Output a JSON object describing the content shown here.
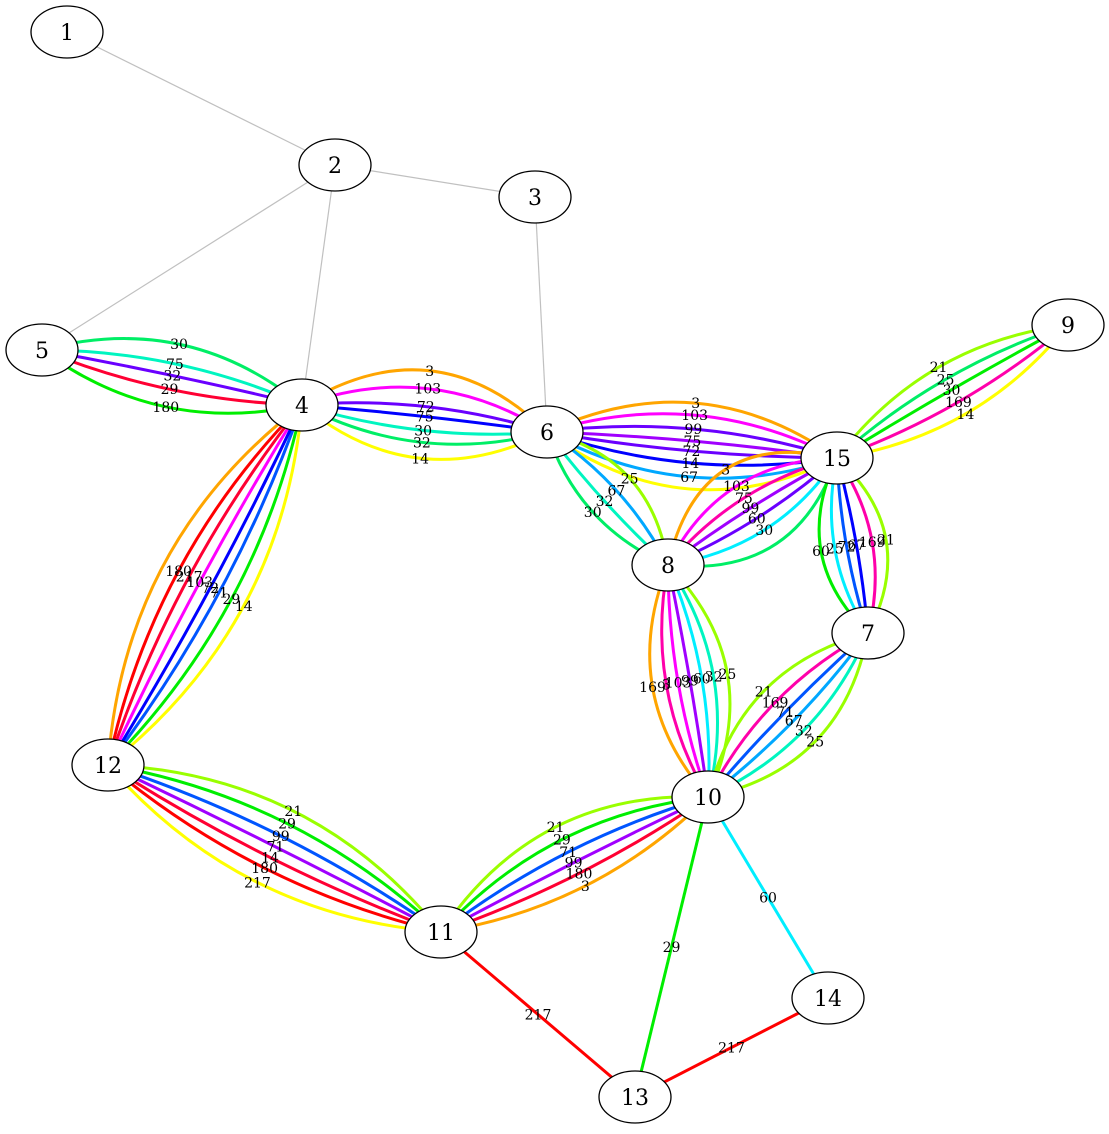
{
  "nodes": [
    "1",
    "2",
    "3",
    "4",
    "5",
    "6",
    "7",
    "8",
    "9",
    "10",
    "11",
    "12",
    "13",
    "14",
    "15"
  ],
  "colors": {
    "gray": "#c0c0c0",
    "red": "#ff0000",
    "crimson": "#ff0033",
    "pink": "#ff00aa",
    "magenta": "#ff00ff",
    "purple": "#a000ff",
    "violet": "#6a00ff",
    "blue": "#0000ff",
    "azure": "#0055ff",
    "skyblue": "#00a8ff",
    "cyan": "#00eeff",
    "teal": "#00f5c0",
    "spring": "#00ee66",
    "green": "#00ee00",
    "lime": "#99ff00",
    "yellow": "#ffff00",
    "orange": "#ffa500"
  },
  "edges": [
    {
      "a": "1",
      "b": "2",
      "labels": [
        {
          "text": "",
          "color": "gray",
          "off": 0
        }
      ]
    },
    {
      "a": "2",
      "b": "3",
      "labels": [
        {
          "text": "",
          "color": "gray",
          "off": 0
        }
      ]
    },
    {
      "a": "2",
      "b": "5",
      "labels": [
        {
          "text": "",
          "color": "gray",
          "off": 0
        }
      ]
    },
    {
      "a": "2",
      "b": "4",
      "labels": [
        {
          "text": "",
          "color": "gray",
          "off": 0
        }
      ]
    },
    {
      "a": "3",
      "b": "6",
      "labels": [
        {
          "text": "",
          "color": "gray",
          "off": 0
        }
      ]
    },
    {
      "a": "5",
      "b": "4",
      "labels": [
        {
          "text": "30",
          "color": "spring",
          "off": -34
        },
        {
          "text": "75",
          "color": "teal",
          "off": -14
        },
        {
          "text": "32",
          "color": "violet",
          "off": -2
        },
        {
          "text": "29",
          "color": "crimson",
          "off": 12
        },
        {
          "text": "180",
          "color": "green",
          "off": 30
        }
      ]
    },
    {
      "a": "4",
      "b": "6",
      "labels": [
        {
          "text": "3",
          "color": "orange",
          "off": -48
        },
        {
          "text": "103",
          "color": "magenta",
          "off": -30
        },
        {
          "text": "72",
          "color": "violet",
          "off": -12
        },
        {
          "text": "75",
          "color": "blue",
          "off": -2
        },
        {
          "text": "30",
          "color": "teal",
          "off": 12
        },
        {
          "text": "32",
          "color": "spring",
          "off": 24
        },
        {
          "text": "14",
          "color": "yellow",
          "off": 40
        }
      ]
    },
    {
      "a": "6",
      "b": "15",
      "labels": [
        {
          "text": "3",
          "color": "orange",
          "off": -42
        },
        {
          "text": "103",
          "color": "magenta",
          "off": -30
        },
        {
          "text": "99",
          "color": "violet",
          "off": -16
        },
        {
          "text": "75",
          "color": "purple",
          "off": -4
        },
        {
          "text": "72",
          "color": "violet",
          "off": 6
        },
        {
          "text": "14",
          "color": "blue",
          "off": 18
        },
        {
          "text": "67",
          "color": "skyblue",
          "off": 32
        },
        {
          "text": "",
          "color": "yellow",
          "off": 44
        }
      ]
    },
    {
      "a": "6",
      "b": "8",
      "labels": [
        {
          "text": "25",
          "color": "lime",
          "off": -30
        },
        {
          "text": "67",
          "color": "skyblue",
          "off": -12
        },
        {
          "text": "32",
          "color": "teal",
          "off": 4
        },
        {
          "text": "30",
          "color": "spring",
          "off": 20
        }
      ]
    },
    {
      "a": "8",
      "b": "15",
      "labels": [
        {
          "text": "3",
          "color": "orange",
          "off": -50
        },
        {
          "text": "103",
          "color": "magenta",
          "off": -30
        },
        {
          "text": "75",
          "color": "pink",
          "off": -16
        },
        {
          "text": "99",
          "color": "purple",
          "off": -4
        },
        {
          "text": "60",
          "color": "violet",
          "off": 8
        },
        {
          "text": "30",
          "color": "cyan",
          "off": 22
        },
        {
          "text": "",
          "color": "spring",
          "off": 40
        }
      ]
    },
    {
      "a": "15",
      "b": "9",
      "labels": [
        {
          "text": "21",
          "color": "lime",
          "off": -28
        },
        {
          "text": "25",
          "color": "spring",
          "off": -14
        },
        {
          "text": "30",
          "color": "green",
          "off": -2
        },
        {
          "text": "169",
          "color": "pink",
          "off": 12
        },
        {
          "text": "14",
          "color": "yellow",
          "off": 26
        }
      ]
    },
    {
      "a": "15",
      "b": "7",
      "labels": [
        {
          "text": "21",
          "color": "lime",
          "off": -34
        },
        {
          "text": "169",
          "color": "pink",
          "off": -20
        },
        {
          "text": "67",
          "color": "blue",
          "off": -4
        },
        {
          "text": "72",
          "color": "azure",
          "off": 6
        },
        {
          "text": "25",
          "color": "cyan",
          "off": 18
        },
        {
          "text": "60",
          "color": "green",
          "off": 32
        }
      ]
    },
    {
      "a": "4",
      "b": "12",
      "labels": [
        {
          "text": "14",
          "color": "yellow",
          "off": -44
        },
        {
          "text": "29",
          "color": "green",
          "off": -30
        },
        {
          "text": "71",
          "color": "azure",
          "off": -16
        },
        {
          "text": "72",
          "color": "blue",
          "off": -6
        },
        {
          "text": "103",
          "color": "magenta",
          "off": 6
        },
        {
          "text": "217",
          "color": "crimson",
          "off": 18
        },
        {
          "text": "180",
          "color": "red",
          "off": 30
        },
        {
          "text": "",
          "color": "orange",
          "off": 46
        }
      ]
    },
    {
      "a": "8",
      "b": "10",
      "labels": [
        {
          "text": "25",
          "color": "lime",
          "off": -40
        },
        {
          "text": "32",
          "color": "teal",
          "off": -26
        },
        {
          "text": "60",
          "color": "cyan",
          "off": -14
        },
        {
          "text": "99",
          "color": "purple",
          "off": -2
        },
        {
          "text": "103",
          "color": "magenta",
          "off": 10
        },
        {
          "text": "3",
          "color": "pink",
          "off": 22
        },
        {
          "text": "169",
          "color": "orange",
          "off": 36
        }
      ]
    },
    {
      "a": "7",
      "b": "10",
      "labels": [
        {
          "text": "25",
          "color": "lime",
          "off": -38
        },
        {
          "text": "32",
          "color": "teal",
          "off": -22
        },
        {
          "text": "67",
          "color": "skyblue",
          "off": -8
        },
        {
          "text": "71",
          "color": "azure",
          "off": 4
        },
        {
          "text": "169",
          "color": "pink",
          "off": 18
        },
        {
          "text": "21",
          "color": "lime",
          "off": 34
        }
      ]
    },
    {
      "a": "12",
      "b": "11",
      "labels": [
        {
          "text": "21",
          "color": "lime",
          "off": -42
        },
        {
          "text": "29",
          "color": "green",
          "off": -28
        },
        {
          "text": "99",
          "color": "azure",
          "off": -14
        },
        {
          "text": "71",
          "color": "purple",
          "off": -2
        },
        {
          "text": "14",
          "color": "crimson",
          "off": 10
        },
        {
          "text": "180",
          "color": "red",
          "off": 22
        },
        {
          "text": "217",
          "color": "yellow",
          "off": 38
        }
      ]
    },
    {
      "a": "11",
      "b": "10",
      "labels": [
        {
          "text": "21",
          "color": "lime",
          "off": -42
        },
        {
          "text": "29",
          "color": "green",
          "off": -28
        },
        {
          "text": "71",
          "color": "azure",
          "off": -14
        },
        {
          "text": "99",
          "color": "purple",
          "off": -2
        },
        {
          "text": "180",
          "color": "crimson",
          "off": 10
        },
        {
          "text": "3",
          "color": "orange",
          "off": 24
        }
      ]
    },
    {
      "a": "10",
      "b": "14",
      "labels": [
        {
          "text": "60",
          "color": "cyan",
          "off": 0
        }
      ]
    },
    {
      "a": "10",
      "b": "13",
      "labels": [
        {
          "text": "29",
          "color": "green",
          "off": 0
        }
      ]
    },
    {
      "a": "11",
      "b": "13",
      "labels": [
        {
          "text": "217",
          "color": "red",
          "off": 0
        }
      ]
    },
    {
      "a": "13",
      "b": "14",
      "labels": [
        {
          "text": "217",
          "color": "red",
          "off": 0
        }
      ]
    }
  ]
}
